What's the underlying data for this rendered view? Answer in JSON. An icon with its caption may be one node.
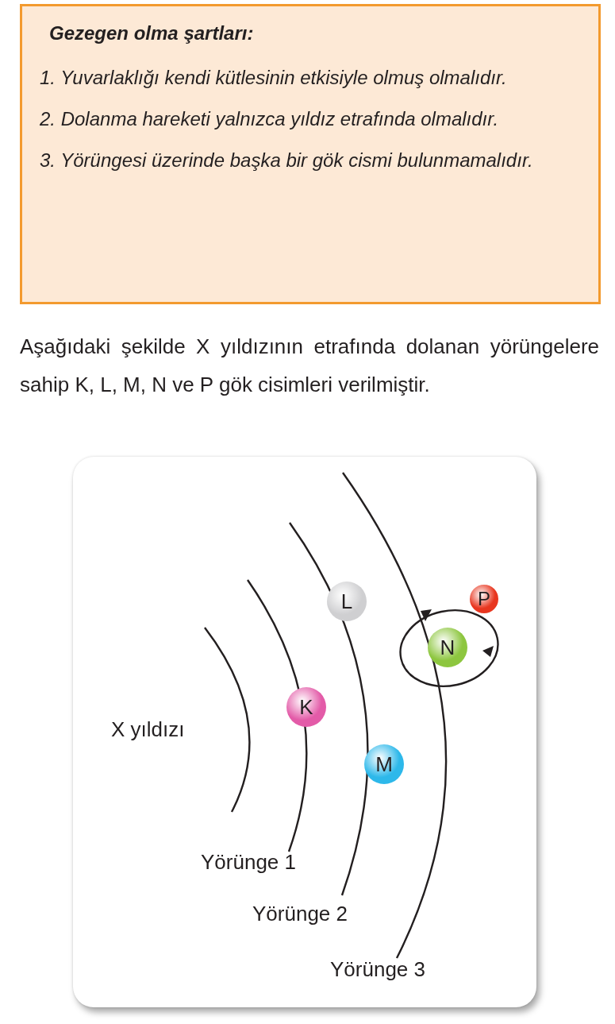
{
  "diagram": {
    "nodes": [
      {
        "text": [
          "Gezegen olma şartları:",
          "1. Yuvarlaklığı kendi kütlesinin etkisiyle olmuş olmalıdır.",
          "2. Dolanma hareketi yalnızca yıldız etrafında olmalıdır.",
          "3. Yörüngesi üzerinde başka bir gök cismi bulunmamalıdır."
        ]
      },
      {
        "text": [
          "X yıldızı",
          "Yörünge 1",
          "Yörünge 2",
          "Yörünge 3"
        ]
      },
      {
        "text": [
          "L"
        ],
        "in": 1
      },
      {
        "text": [
          "P"
        ],
        "in": 1
      },
      {
        "text": [
          "N"
        ],
        "in": 1
      },
      {
        "text": [
          "K"
        ],
        "in": 1
      },
      {
        "text": [
          "M"
        ],
        "in": 1
      }
    ],
    "edges": [],
    "labels": [
      "Aşağıdaki şekilde X yıldızının etrafında dolanan yörüngelere sahip K, L, M, N ve P gök cisimleri verilmiştir."
    ]
  }
}
